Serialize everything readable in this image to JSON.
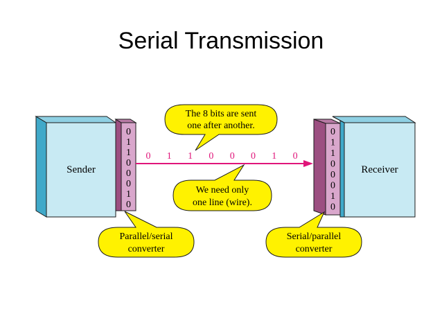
{
  "slide": {
    "title": "Serial Transmission"
  },
  "sender": {
    "label": "Sender",
    "register_bits": [
      "0",
      "1",
      "1",
      "0",
      "0",
      "0",
      "1",
      "0"
    ]
  },
  "receiver": {
    "label": "Receiver",
    "register_bits": [
      "0",
      "1",
      "1",
      "0",
      "0",
      "0",
      "1",
      "0"
    ]
  },
  "line": {
    "bits": [
      "0",
      "1",
      "1",
      "0",
      "0",
      "0",
      "1",
      "0"
    ]
  },
  "callouts": {
    "top": {
      "line1": "The 8 bits are sent",
      "line2": "one after another."
    },
    "middle": {
      "line1": "We need only",
      "line2": "one line (wire)."
    },
    "left": {
      "line1": "Parallel/serial",
      "line2": "converter"
    },
    "right": {
      "line1": "Serial/parallel",
      "line2": "converter"
    }
  },
  "colors": {
    "box_face": "#c8eaf3",
    "box_side": "#40a9c9",
    "register_face": "#d9a7cc",
    "register_side": "#9c4f81",
    "bit_stream": "#e0157a",
    "callout_fill": "#fff200"
  }
}
